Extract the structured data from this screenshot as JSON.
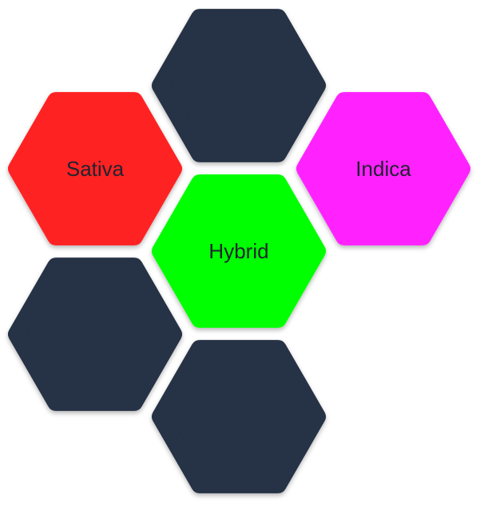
{
  "hexes": [
    {
      "id": "top",
      "label": "",
      "color": "#283044"
    },
    {
      "id": "sativa",
      "label": "Sativa",
      "color": "#ff2121"
    },
    {
      "id": "indica",
      "label": "Indica",
      "color": "#ff21ff"
    },
    {
      "id": "hybrid",
      "label": "Hybrid",
      "color": "#00ff00"
    },
    {
      "id": "bottom-left",
      "label": "",
      "color": "#283044"
    },
    {
      "id": "bottom",
      "label": "",
      "color": "#283044"
    }
  ]
}
